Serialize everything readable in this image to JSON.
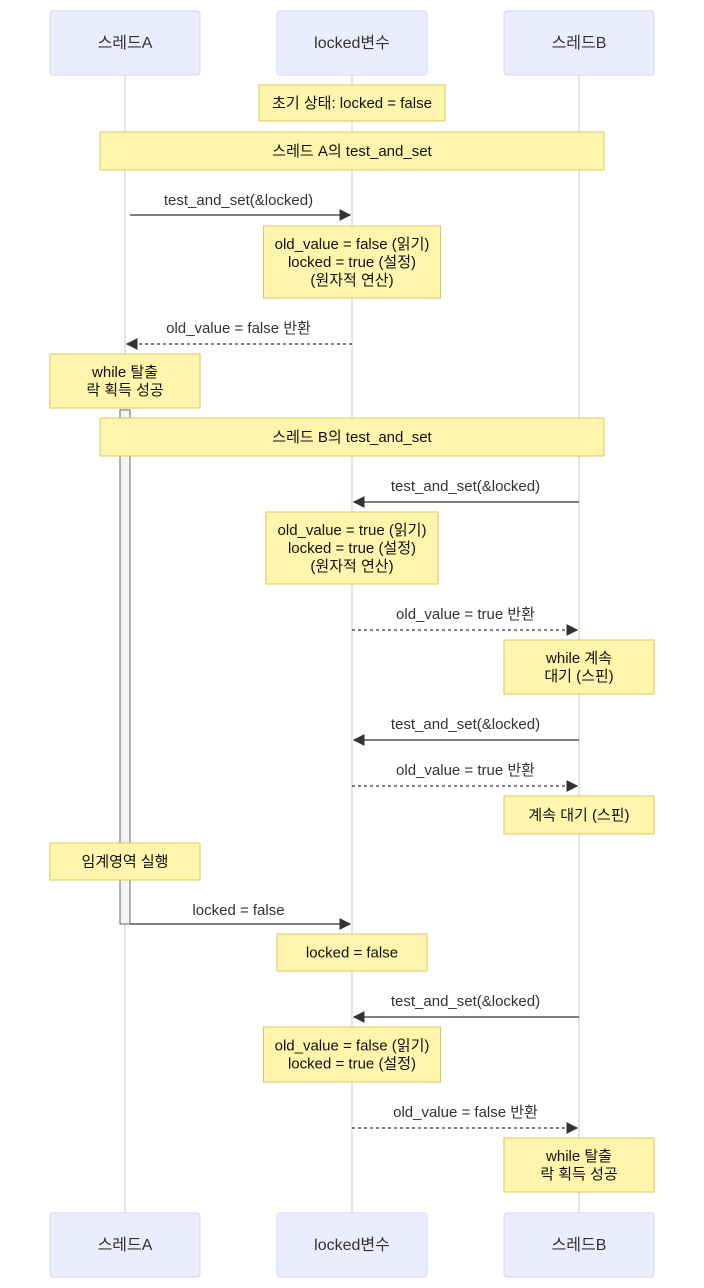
{
  "participants": [
    {
      "id": "A",
      "label": "스레드A"
    },
    {
      "id": "L",
      "label": "locked변수"
    },
    {
      "id": "B",
      "label": "스레드B"
    }
  ],
  "events": [
    {
      "kind": "note",
      "over": [
        "L"
      ],
      "lines": [
        "초기 상태: locked = false"
      ]
    },
    {
      "kind": "note",
      "over": [
        "A",
        "B"
      ],
      "lines": [
        "스레드 A의 test_and_set"
      ]
    },
    {
      "kind": "message",
      "from": "A",
      "to": "L",
      "style": "solid",
      "text": "test_and_set(&locked)"
    },
    {
      "kind": "note",
      "over": [
        "L"
      ],
      "lines": [
        "old_value = false (읽기)",
        "locked = true (설정)",
        "(원자적 연산)"
      ]
    },
    {
      "kind": "message",
      "from": "L",
      "to": "A",
      "style": "dashed",
      "text": "old_value = false 반환"
    },
    {
      "kind": "note",
      "over": [
        "A"
      ],
      "lines": [
        "while 탈출",
        "락 획득 성공"
      ]
    },
    {
      "kind": "note",
      "over": [
        "A",
        "B"
      ],
      "lines": [
        "스레드 B의 test_and_set"
      ]
    },
    {
      "kind": "message",
      "from": "B",
      "to": "L",
      "style": "solid",
      "text": "test_and_set(&locked)"
    },
    {
      "kind": "note",
      "over": [
        "L"
      ],
      "lines": [
        "old_value = true (읽기)",
        "locked = true (설정)",
        "(원자적 연산)"
      ]
    },
    {
      "kind": "message",
      "from": "L",
      "to": "B",
      "style": "dashed",
      "text": "old_value = true 반환"
    },
    {
      "kind": "note",
      "over": [
        "B"
      ],
      "lines": [
        "while 계속",
        "대기 (스핀)"
      ]
    },
    {
      "kind": "message",
      "from": "B",
      "to": "L",
      "style": "solid",
      "text": "test_and_set(&locked)"
    },
    {
      "kind": "message",
      "from": "L",
      "to": "B",
      "style": "dashed",
      "text": "old_value = true 반환"
    },
    {
      "kind": "note",
      "over": [
        "B"
      ],
      "lines": [
        "계속 대기 (스핀)"
      ]
    },
    {
      "kind": "note",
      "over": [
        "A"
      ],
      "lines": [
        "임계영역 실행"
      ]
    },
    {
      "kind": "message",
      "from": "A",
      "to": "L",
      "style": "solid",
      "text": "locked = false"
    },
    {
      "kind": "note",
      "over": [
        "L"
      ],
      "lines": [
        "locked = false"
      ]
    },
    {
      "kind": "message",
      "from": "B",
      "to": "L",
      "style": "solid",
      "text": "test_and_set(&locked)"
    },
    {
      "kind": "note",
      "over": [
        "L"
      ],
      "lines": [
        "old_value = false (읽기)",
        "locked = true (설정)"
      ]
    },
    {
      "kind": "message",
      "from": "L",
      "to": "B",
      "style": "dashed",
      "text": "old_value = false 반환"
    },
    {
      "kind": "note",
      "over": [
        "B"
      ],
      "lines": [
        "while 탈출",
        "락 획득 성공"
      ]
    }
  ],
  "colors": {
    "actor_fill": "#ECECFF",
    "note_fill": "#FFF5AD",
    "line": "#333333"
  }
}
